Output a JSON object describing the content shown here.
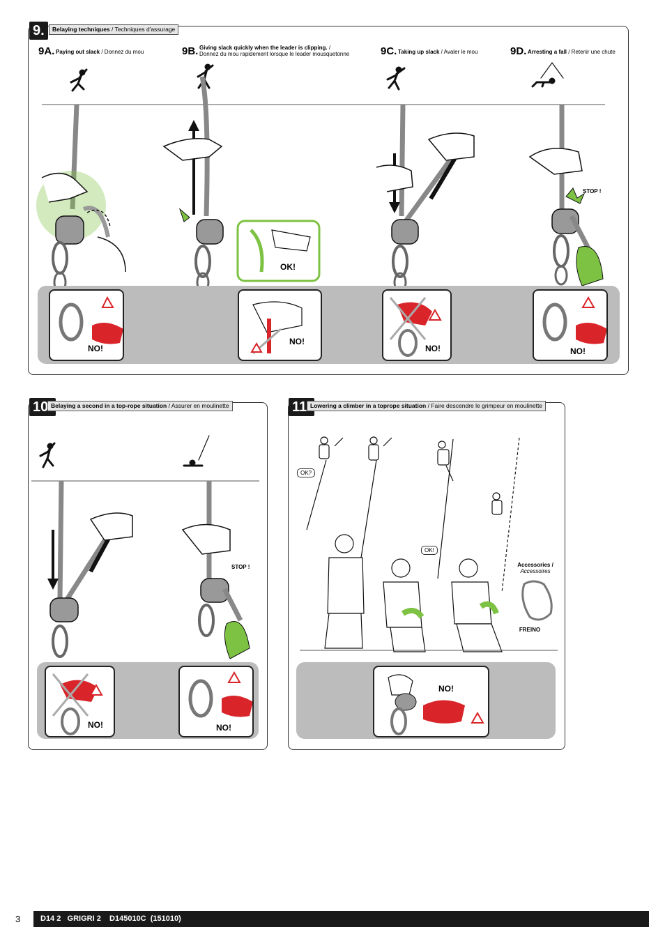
{
  "section9": {
    "number": "9.",
    "title_en": "Belaying techniques",
    "title_fr": " / Techniques d'assurage",
    "steps": [
      {
        "num": "9A.",
        "en": "Paying out slack",
        "fr": " / Donnez du mou"
      },
      {
        "num": "9B.",
        "en": "Giving slack quickly when the leader is clipping.",
        "fr": " /",
        "fr2": "Donnez du mou rapidement lorsque le leader mousquetonne"
      },
      {
        "num": "9C.",
        "en": "Taking up slack",
        "fr": " / Avaler le mou"
      },
      {
        "num": "9D.",
        "en": "Arresting a fall",
        "fr": " / Retenir une chute"
      }
    ],
    "ok_label": "OK!",
    "stop_label": "STOP !",
    "no_labels": [
      "NO!",
      "NO!",
      "NO!",
      "NO!"
    ]
  },
  "section10": {
    "number": "10.",
    "title_en": "Belaying a second in a top-rope situation",
    "title_fr": " / Assurer en moulinette",
    "stop_label": "STOP !",
    "no_labels": [
      "NO!",
      "NO!"
    ]
  },
  "section11": {
    "number": "11.",
    "title_en": "Lowering a climber in a toprope situation",
    "title_fr": " / Faire descendre le grimpeur en moulinette",
    "ok_question": "OK?",
    "ok_answer": "OK!",
    "accessories_en": "Accessories /",
    "accessories_fr": "Accessoires",
    "accessory_name": "FREINO",
    "no_label": "NO!"
  },
  "footer": {
    "page_number": "3",
    "text": "D14 2   GRIGRI 2    D145010C  (151010)"
  },
  "colors": {
    "accent_green": "#7dc242",
    "warning_red": "#d9252a",
    "dark": "#1a1a1a",
    "band_gray": "#bcbcbc"
  }
}
